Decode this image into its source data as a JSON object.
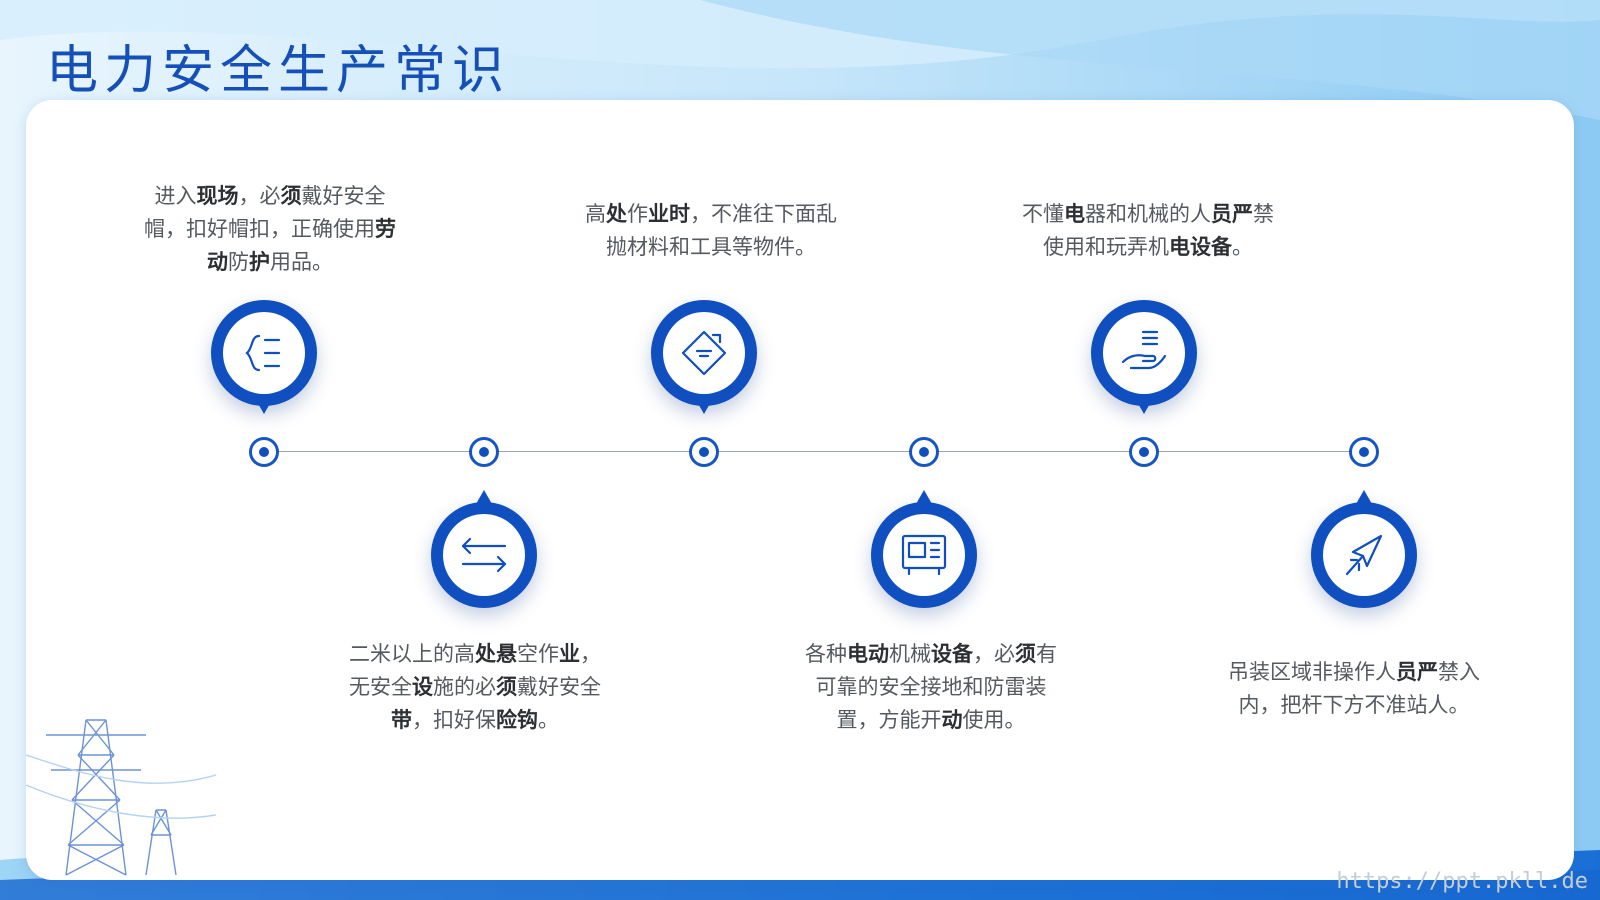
{
  "title": "电力安全生产常识",
  "nodes": [
    {
      "text_parts": [
        "进入",
        "现场",
        "，必",
        "须",
        "戴好安全帽，扣好帽扣，正确使用",
        "劳动",
        "防",
        "护",
        "用品。"
      ],
      "icon": "list-bracket-icon"
    },
    {
      "text_parts": [
        "二米以上的高",
        "处悬",
        "空作",
        "业",
        "，无安全",
        "设",
        "施的必",
        "须",
        "戴好安全",
        "带",
        "，扣好保",
        "险钩",
        "。"
      ],
      "icon": "swap-arrows-icon"
    },
    {
      "text_parts": [
        "高",
        "处",
        "作",
        "业时",
        "，不准往下面乱抛材料和工具等物件。"
      ],
      "icon": "diamond-tag-icon"
    },
    {
      "text_parts": [
        "各种",
        "电动",
        "机械",
        "设备",
        "，必",
        "须",
        "有可靠的安全接地和防雷装置，方能开",
        "动",
        "使用。"
      ],
      "icon": "control-panel-icon"
    },
    {
      "text_parts": [
        "不懂",
        "电",
        "器和机械的人",
        "员严",
        "禁使用和玩弄机",
        "电设备",
        "。"
      ],
      "icon": "hand-offer-icon"
    },
    {
      "text_parts": [
        "吊装区域非操作人",
        "员严",
        "禁入内，把杆下方不准站人。"
      ],
      "icon": "plane-icon"
    }
  ],
  "watermark": "https://ppt.pkll.de",
  "colors": {
    "primary": "#0f4fc0",
    "title": "#1450b8",
    "text": "#555a60"
  }
}
